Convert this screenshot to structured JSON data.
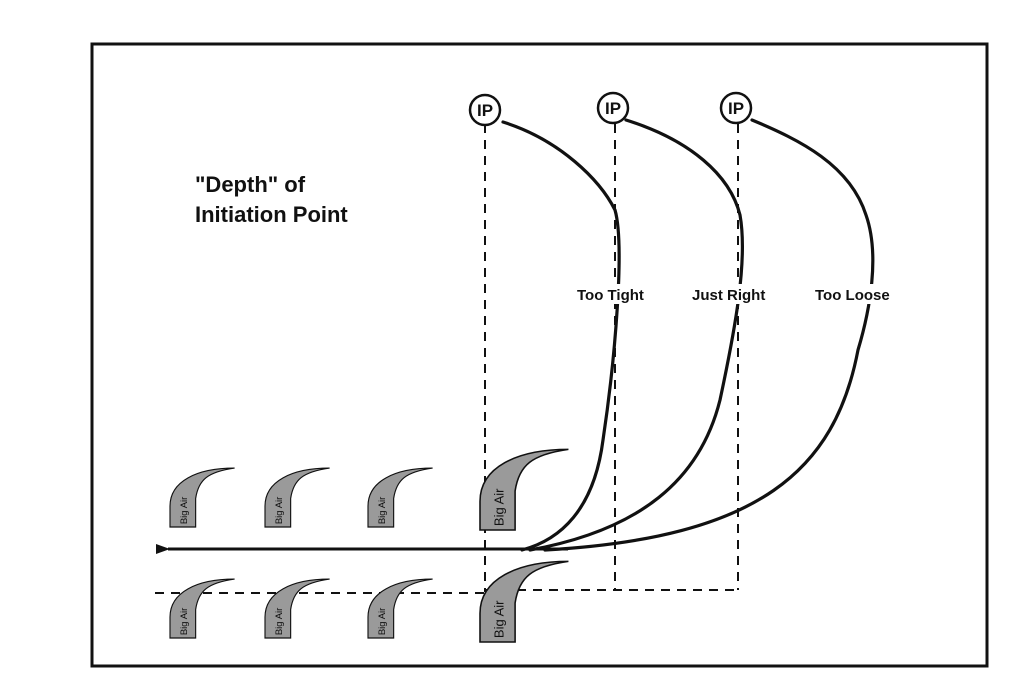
{
  "diagram": {
    "title_line1": "\"Depth\" of",
    "title_line2": "Initiation Point",
    "ip_label": "IP",
    "curve_labels": {
      "tight": "Too Tight",
      "right": "Just Right",
      "loose": "Too Loose"
    },
    "vehicle_label": "Big Air",
    "colors": {
      "ink": "#111111",
      "vehicle_fill": "#9a9a9a",
      "background": "#ffffff"
    }
  }
}
